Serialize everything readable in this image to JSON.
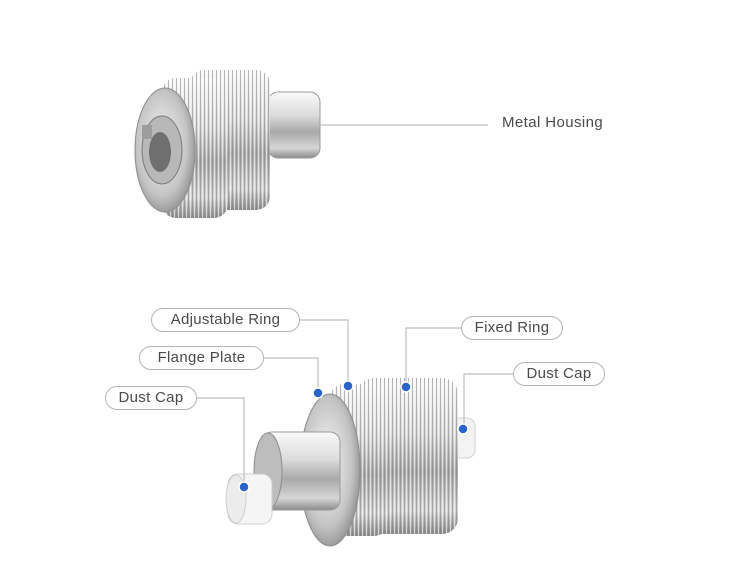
{
  "labels": {
    "metal_housing": "Metal Housing",
    "adjustable_ring": "Adjustable Ring",
    "flange_plate": "Flange Plate",
    "fixed_ring": "Fixed Ring",
    "dust_cap_left": "Dust Cap",
    "dust_cap_right": "Dust Cap"
  },
  "colors": {
    "leader_line": "#bdbdbd",
    "marker_dot": "#2a64c8",
    "pill_border": "#b5b5b5",
    "text": "#4a4a4a",
    "metal_light": "#f2f2f2",
    "metal_dark": "#8f8f8f"
  }
}
